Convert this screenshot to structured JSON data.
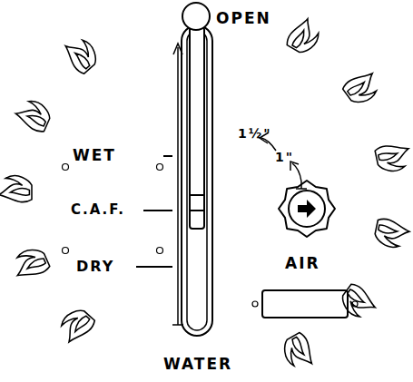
{
  "diagram": {
    "labels": [
      "OPEN",
      "WET",
      "C.A.F.",
      "DRY",
      "1½\"",
      "1\"",
      "AIR",
      "WATER"
    ]
  }
}
